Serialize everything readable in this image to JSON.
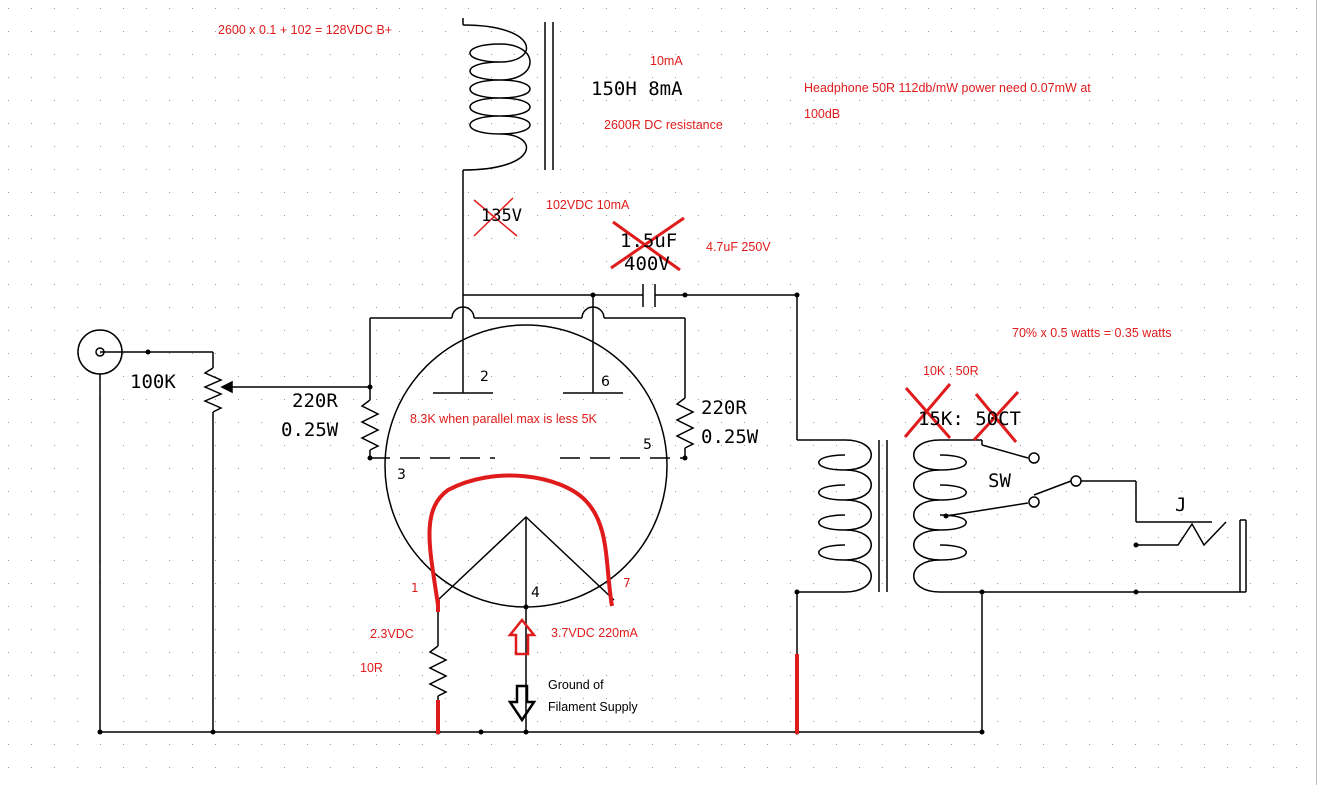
{
  "component_labels": {
    "choke": "150H 8mA",
    "plate_voltage_old": "135V",
    "cap_old_line1": "1.5uF",
    "cap_old_line2": "400V",
    "pot": "100K",
    "r_left_value": "220R",
    "r_left_power": "0.25W",
    "r_right_value": "220R",
    "r_right_power": "0.25W",
    "transformer_old": "15K: 50CT",
    "switch": "SW",
    "jack": "J"
  },
  "pins": {
    "p1": "1",
    "p2": "2",
    "p3": "3",
    "p4": "4",
    "p5": "5",
    "p6": "6",
    "p7": "7"
  },
  "notes": {
    "bplus_calc": "2600 x 0.1 + 102 = 128VDC B+",
    "choke_current": "10mA",
    "choke_resistance": "2600R DC resistance",
    "headphone_line1": "Headphone 50R 112db/mW  power need 0.07mW at",
    "headphone_line2": "100dB",
    "plate_dc": "102VDC 10mA",
    "cap_new": "4.7uF 250V",
    "power_calc": "70% x 0.5 watts = 0.35 watts",
    "transformer_new": "10K : 50R",
    "parallel": "8.3K when parallel max is less 5K",
    "filament_bias": "2.3VDC",
    "filament_resistor": "10R",
    "filament_supply": "3.7VDC 220mA",
    "ground_line1": "Ground of",
    "ground_line2": "Filament Supply"
  },
  "colors": {
    "wire": "#000000",
    "annotation": "#e01b1b",
    "grid_dot": "#9a9a9a"
  }
}
